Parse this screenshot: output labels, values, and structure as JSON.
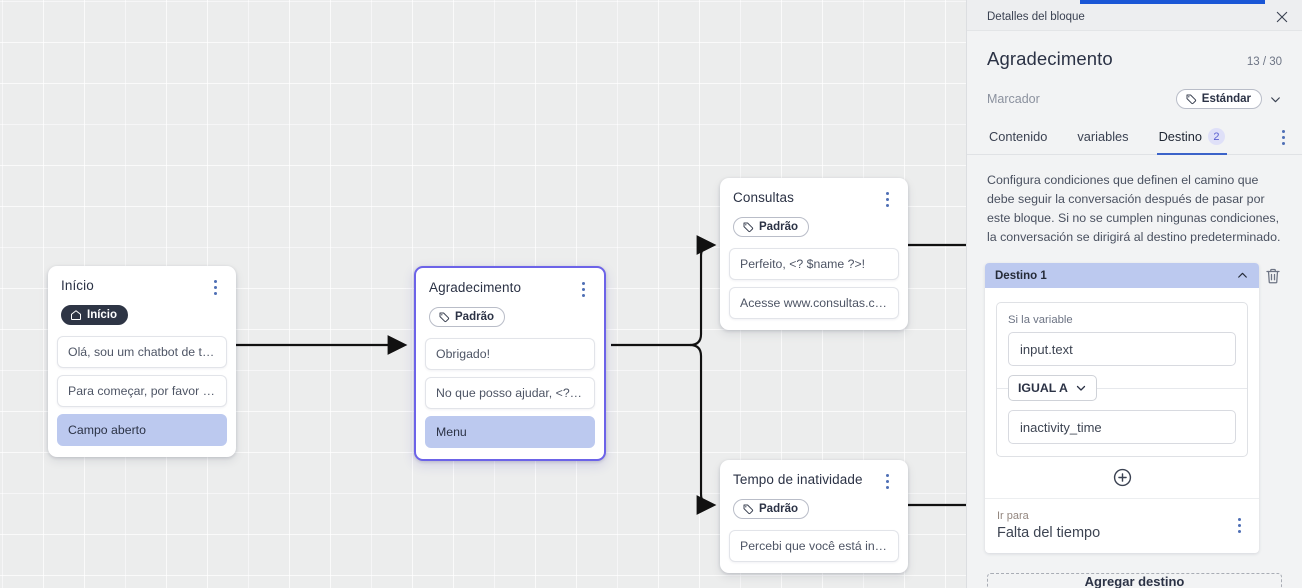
{
  "canvas": {
    "nodes": [
      {
        "id": "inicio",
        "title": "Início",
        "tag": "Início",
        "tag_icon": "home-icon",
        "tag_style": "dark",
        "items": [
          {
            "text": "Olá, sou um chatbot de teste!",
            "active": false
          },
          {
            "text": "Para começar, por favor digite o ...",
            "active": false
          },
          {
            "text": "Campo aberto",
            "active": true
          }
        ]
      },
      {
        "id": "agradecimento",
        "title": "Agradecimento",
        "tag": "Padrão",
        "tag_icon": "tag-icon",
        "tag_style": "outline",
        "selected": true,
        "items": [
          {
            "text": "Obrigado!",
            "active": false
          },
          {
            "text": "No que posso ajudar, <? $name ...",
            "active": false
          },
          {
            "text": "Menu",
            "active": true
          }
        ]
      },
      {
        "id": "consultas",
        "title": "Consultas",
        "tag": "Padrão",
        "tag_icon": "tag-icon",
        "tag_style": "outline",
        "items": [
          {
            "text": "Perfeito, <? $name ?>!",
            "active": false
          },
          {
            "text": "Acesse www.consultas.com par...",
            "active": false
          }
        ]
      },
      {
        "id": "tempo-de-inatividade",
        "title": "Tempo de inatividade",
        "tag": "Padrão",
        "tag_icon": "tag-icon",
        "tag_style": "outline",
        "items": [
          {
            "text": "Percebi que você está inativo. C...",
            "active": false
          }
        ]
      }
    ]
  },
  "panel": {
    "bar_title": "Detalles del bloque",
    "close_icon": "close-icon",
    "block_title": "Agradecimento",
    "counter": "13 / 30",
    "marker": {
      "label": "Marcador",
      "value": "Estándar",
      "icon": "tag-icon",
      "chevron": "chevron-down-icon"
    },
    "tabs": [
      {
        "label": "Contenido",
        "active": false,
        "badge": ""
      },
      {
        "label": "variables",
        "active": false,
        "badge": ""
      },
      {
        "label": "Destino",
        "active": true,
        "badge": "2"
      }
    ],
    "tabs_kebab": "kebab-menu-icon",
    "description": "Configura condiciones que definen el camino que debe seguir la conversación después de pasar por este bloque. Si no se cumplen ningunas condiciones, la conversación se dirigirá al destino predeterminado.",
    "destination": {
      "header_label": "Destino 1",
      "collapse_icon": "chevron-up-icon",
      "delete_icon": "trash-icon",
      "condition_label": "Si la variable",
      "variable_value": "input.text",
      "operator": "IGUAL A",
      "operator_chevron": "chevron-down-icon",
      "compare_value": "inactivity_time",
      "add_condition_icon": "plus-circle-icon",
      "goto_label": "Ir para",
      "goto_value": "Falta del tiempo",
      "goto_kebab": "kebab-menu-icon"
    },
    "add_destination_label": "Agregar destino"
  },
  "colors": {
    "accent_blue": "#3b63c9",
    "selection_purple": "#6c63e8",
    "item_active": "#bcc9ef",
    "badge_bg": "#dfe0f8",
    "canvas_bg": "#eceded",
    "panel_bg": "#f2f3f4"
  }
}
